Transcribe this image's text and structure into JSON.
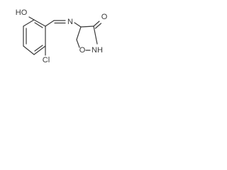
{
  "atom_labels": {
    "hydroxyl": "HO",
    "chlorine": "Cl",
    "imine_nitrogen": "N",
    "ring_oxygen": "O",
    "ring_nh": "NH",
    "carbonyl_oxygen": "O"
  },
  "colors": {
    "ink": "#3a3a3a",
    "background": "#ffffff"
  }
}
